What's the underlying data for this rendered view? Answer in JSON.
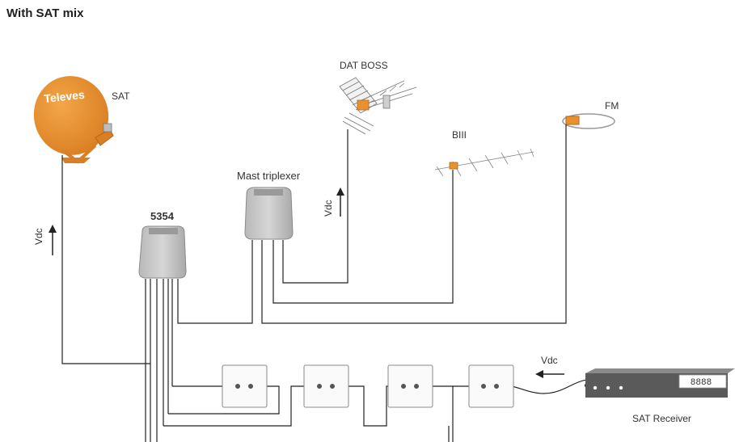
{
  "header": {
    "title": "With SAT mix"
  },
  "labels": {
    "dish_brand": "Televes",
    "sat": "SAT",
    "dat_boss": "DAT BOSS",
    "biii": "BIII",
    "fm": "FM",
    "mast_triplexer": "Mast triplexer",
    "model": "5354",
    "vdc_left": "Vdc",
    "vdc_mid": "Vdc",
    "vdc_right": "Vdc",
    "sat_receiver": "SAT Receiver",
    "receiver_display": "8888"
  },
  "colors": {
    "dish": "#e8922f",
    "dish_dark": "#c9741a",
    "box": "#c8c8c8",
    "line": "#222222"
  }
}
